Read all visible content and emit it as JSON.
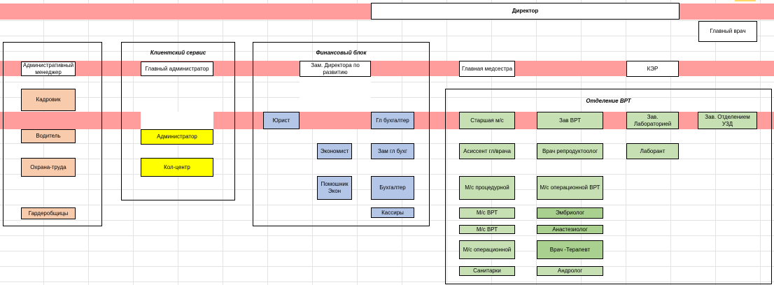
{
  "director": "Директор",
  "chief_doctor": "Главный врач",
  "groups": {
    "admin_block": "",
    "client_service": "Клиентский сервис",
    "finance": "Финансовый блок",
    "vrt_department": "Отделение ВРТ"
  },
  "units": {
    "admin_manager": "Административный менеджер",
    "hr": "Кадровик",
    "driver": "Водитель",
    "labor_safety": "Охрана-труда",
    "cloakroom": "Гардеробщицы",
    "head_admin": "Главный администратор",
    "administrator": "Администратор",
    "call_center": "Кол-центр",
    "deputy_director": "Зам. Директора по развитию",
    "lawyer": "Юрист",
    "chief_accountant": "Гл бухгалтер",
    "economist": "Экономист",
    "deputy_chief_accountant": "Зам гл бухг",
    "econ_assistant": "Помошник Экон",
    "accountant": "Бухгалтер",
    "cashiers": "Кассиры",
    "head_nurse": "Главная медсестра",
    "ker": "КЭР",
    "senior_nurse": "Старшая м/с",
    "head_vrt": "Зав ВРТ",
    "head_lab": "Зав. Лабораторией",
    "head_uzd": "Зав. Отделением УЗД",
    "doctor_assistant": "Асиссент гл/врача",
    "reproductologist": "Врач репродуктоолог",
    "lab_assistant": "Лаборант",
    "procedure_nurse": "М/с процедурной",
    "operation_nurse_vrt": "М/с операционной ВРТ",
    "nurse_vrt_1": "М/с ВРТ",
    "embryologist": "Эмбриолог",
    "nurse_vrt_2": "М/с ВРТ",
    "anesthesiologist": "Анастезиолог",
    "operation_nurse": "М/с операционной",
    "therapist": "Врач -Терапевт",
    "orderlies": "Санитарки",
    "andrologist": "Андролог"
  },
  "colors": {
    "band": "#ff9c9c",
    "peach": "#f8cbad",
    "yellow": "#ffff00",
    "blue": "#b4c6e7",
    "green": "#c6e0b4",
    "dark_green": "#a9d08e"
  }
}
